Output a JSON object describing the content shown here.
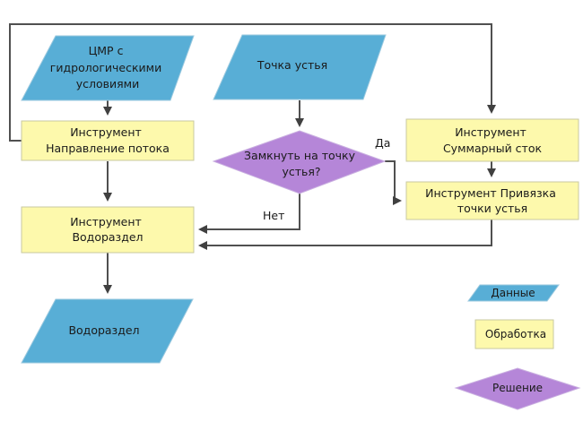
{
  "colors": {
    "data": "#58aed6",
    "process": "#fdf9ac",
    "process_border": "#c9c9a0",
    "decision": "#b586d8",
    "connector": "#505050"
  },
  "nodes": {
    "dem_input": {
      "type": "data",
      "lines": [
        "ЦМР с",
        "гидрологическими",
        "условиями"
      ]
    },
    "pour_point_input": {
      "type": "data",
      "lines": [
        "Точка устья"
      ]
    },
    "flow_direction_tool": {
      "type": "process",
      "lines": [
        "Инструмент",
        "Направление потока"
      ]
    },
    "snap_decision": {
      "type": "decision",
      "lines": [
        "Замкнуть на точку",
        "устья?"
      ]
    },
    "flow_accumulation_tool": {
      "type": "process",
      "lines": [
        "Инструмент",
        "Суммарный сток"
      ]
    },
    "snap_pour_point_tool": {
      "type": "process",
      "lines": [
        "Инструмент Привязка",
        "точки устья"
      ]
    },
    "watershed_tool": {
      "type": "process",
      "lines": [
        "Инструмент",
        "Водораздел"
      ]
    },
    "watershed_output": {
      "type": "data",
      "lines": [
        "Водораздел"
      ]
    }
  },
  "edges": {
    "yes_label": "Да",
    "no_label": "Нет"
  },
  "legend": {
    "data": "Данные",
    "process": "Обработка",
    "decision": "Решение"
  }
}
